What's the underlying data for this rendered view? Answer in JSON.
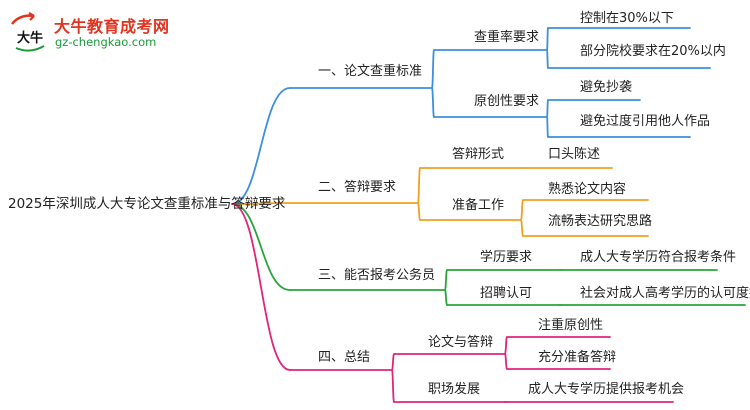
{
  "brand": {
    "name": "大牛教育成考网",
    "url": "gz-chengkao.com",
    "logo_glyph": "大牛",
    "colors": {
      "name": "#e3321d",
      "url": "#1a9b3a"
    }
  },
  "root": "2025年深圳成人大专论文查重标准与答辩要求",
  "branches": [
    {
      "label": "一、论文查重标准",
      "color": "#3d8fe0",
      "children": [
        {
          "label": "查重率要求",
          "leaves": [
            "控制在30%以下",
            "部分院校要求在20%以内"
          ]
        },
        {
          "label": "原创性要求",
          "leaves": [
            "避免抄袭",
            "避免过度引用他人作品"
          ]
        }
      ]
    },
    {
      "label": "二、答辩要求",
      "color": "#f0a023",
      "children": [
        {
          "label": "答辩形式",
          "leaves": [
            "口头陈述"
          ]
        },
        {
          "label": "准备工作",
          "leaves": [
            "熟悉论文内容",
            "流畅表达研究思路"
          ]
        }
      ]
    },
    {
      "label": "三、能否报考公务员",
      "color": "#27a53b",
      "children": [
        {
          "label": "学历要求",
          "leaves": [
            "成人大专学历符合报考条件"
          ]
        },
        {
          "label": "招聘认可",
          "leaves": [
            "社会对成人高考学历的认可度提高"
          ]
        }
      ]
    },
    {
      "label": "四、总结",
      "color": "#e0247a",
      "children": [
        {
          "label": "论文与答辩",
          "leaves": [
            "注重原创性",
            "充分准备答辩"
          ]
        },
        {
          "label": "职场发展",
          "leaves": [
            "成人大专学历提供报考机会"
          ]
        }
      ]
    }
  ]
}
